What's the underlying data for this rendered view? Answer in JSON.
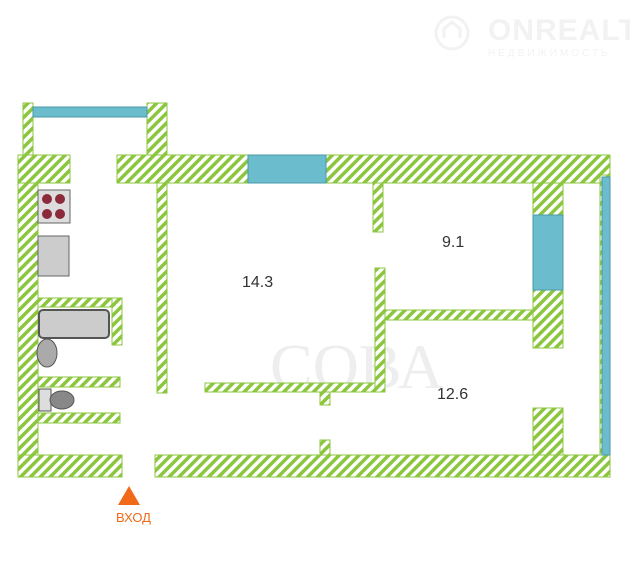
{
  "logo": {
    "name": "ONREALT",
    "subtitle": "НЕДВИЖИМОСТЬ"
  },
  "watermark": "СОВА",
  "rooms": [
    {
      "area": "14.3"
    },
    {
      "area": "9.1"
    },
    {
      "area": "12.6"
    }
  ],
  "entrance": {
    "label": "ВХОД"
  },
  "colors": {
    "wall": "#8cc63f",
    "window": "#6bbccc",
    "entry": "#f06a1a"
  }
}
